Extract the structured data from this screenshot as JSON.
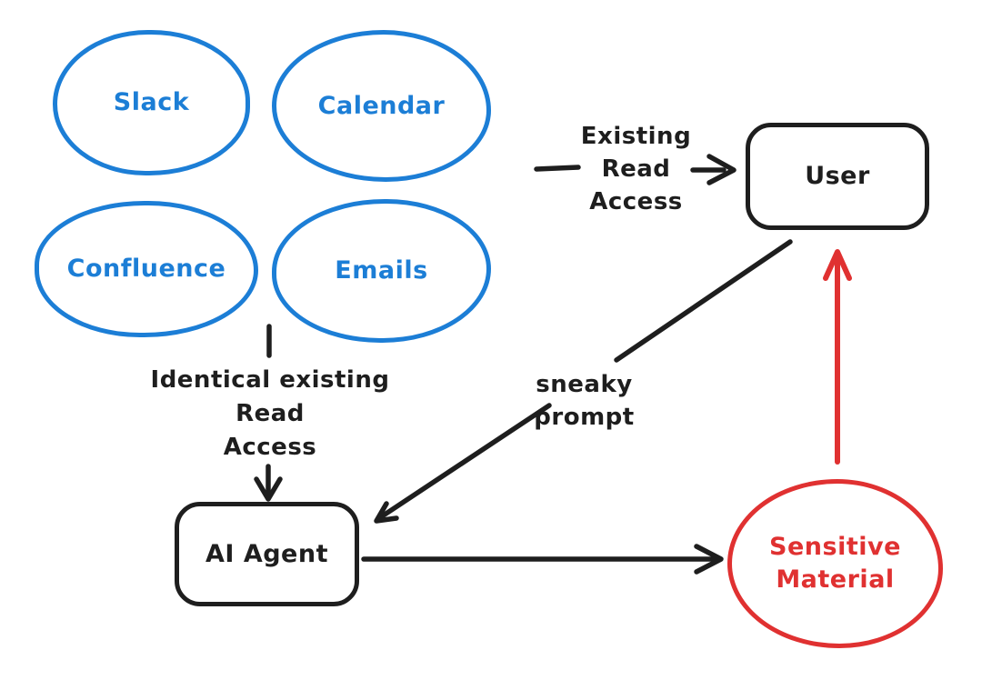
{
  "colors": {
    "blue": "#1c7ed6",
    "red": "#e03131",
    "black": "#1e1e1e",
    "background": "#ffffff"
  },
  "diagram": {
    "nodes": {
      "slack": {
        "label": "Slack",
        "shape": "ellipse",
        "color": "blue"
      },
      "calendar": {
        "label": "Calendar",
        "shape": "ellipse",
        "color": "blue"
      },
      "confluence": {
        "label": "Confluence",
        "shape": "ellipse",
        "color": "blue"
      },
      "emails": {
        "label": "Emails",
        "shape": "ellipse",
        "color": "blue"
      },
      "user": {
        "label": "User",
        "shape": "rounded-rect",
        "color": "black"
      },
      "ai_agent": {
        "label": "AI Agent",
        "shape": "rounded-rect",
        "color": "black"
      },
      "sensitive_material": {
        "label": "Sensitive\nMaterial",
        "shape": "ellipse",
        "color": "red"
      }
    },
    "edge_labels": {
      "existing_read_access": "Existing\nRead\nAccess",
      "identical_read_access": "Identical existing\nRead\nAccess",
      "sneaky_prompt": "sneaky prompt"
    },
    "edges": [
      {
        "from": "data-sources",
        "to": "user",
        "label": "Existing Read Access",
        "color": "black",
        "direction": "right"
      },
      {
        "from": "data-sources",
        "to": "ai_agent",
        "label": "Identical existing Read Access",
        "color": "black",
        "direction": "down"
      },
      {
        "from": "user",
        "to": "ai_agent",
        "label": "sneaky prompt",
        "color": "black",
        "direction": "down-left"
      },
      {
        "from": "ai_agent",
        "to": "sensitive_material",
        "label": "",
        "color": "black",
        "direction": "right"
      },
      {
        "from": "sensitive_material",
        "to": "user",
        "label": "",
        "color": "red",
        "direction": "up"
      }
    ]
  }
}
